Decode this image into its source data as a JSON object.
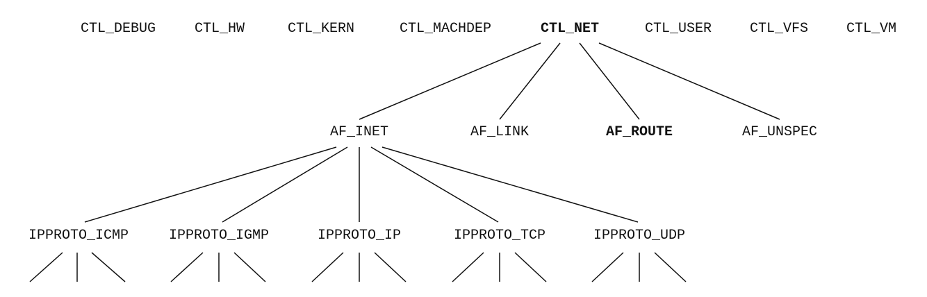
{
  "level1": [
    "CTL_DEBUG",
    "CTL_HW",
    "CTL_KERN",
    "CTL_MACHDEP",
    "CTL_NET",
    "CTL_USER",
    "CTL_VFS",
    "CTL_VM"
  ],
  "level2": [
    "AF_INET",
    "AF_LINK",
    "AF_ROUTE",
    "AF_UNSPEC"
  ],
  "level3": [
    "IPPROTO_ICMP",
    "IPPROTO_IGMP",
    "IPPROTO_IP",
    "IPPROTO_TCP",
    "IPPROTO_UDP"
  ],
  "highlighted": [
    "CTL_NET",
    "AF_ROUTE"
  ],
  "edges": [
    [
      "CTL_NET",
      "AF_INET"
    ],
    [
      "CTL_NET",
      "AF_LINK"
    ],
    [
      "CTL_NET",
      "AF_ROUTE"
    ],
    [
      "CTL_NET",
      "AF_UNSPEC"
    ],
    [
      "AF_INET",
      "IPPROTO_ICMP"
    ],
    [
      "AF_INET",
      "IPPROTO_IGMP"
    ],
    [
      "AF_INET",
      "IPPROTO_IP"
    ],
    [
      "AF_INET",
      "IPPROTO_TCP"
    ],
    [
      "AF_INET",
      "IPPROTO_UDP"
    ]
  ],
  "colors": {
    "ink": "#111111",
    "background": "#ffffff"
  }
}
